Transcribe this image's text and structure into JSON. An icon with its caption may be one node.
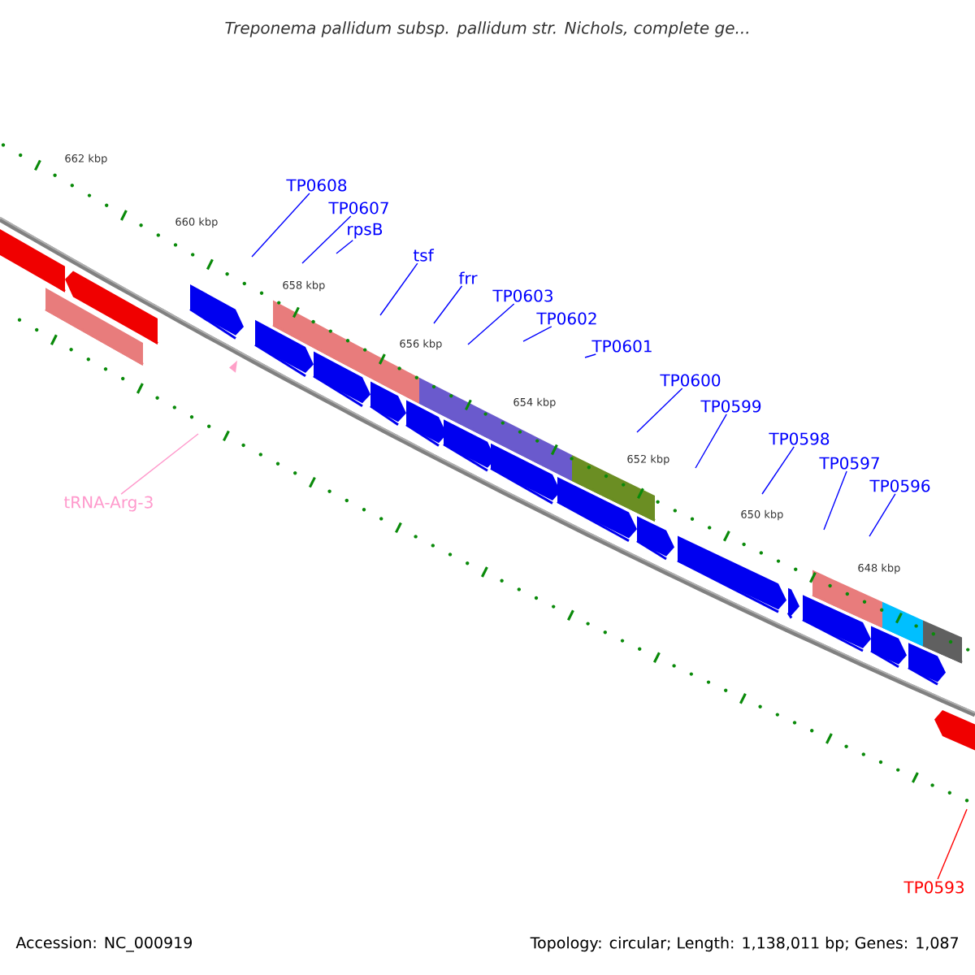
{
  "diagram": {
    "title": "Treponema pallidum subsp. pallidum str. Nichols, complete ge...",
    "nodes": [
      {
        "text": [
          "TP0608"
        ]
      },
      {
        "text": [
          "TP0607"
        ]
      },
      {
        "text": [
          "rpsB"
        ]
      },
      {
        "text": [
          "tsf"
        ]
      },
      {
        "text": [
          "frr"
        ]
      },
      {
        "text": [
          "TP0603"
        ]
      },
      {
        "text": [
          "TP0602"
        ]
      },
      {
        "text": [
          "TP0601"
        ]
      },
      {
        "text": [
          "TP0600"
        ]
      },
      {
        "text": [
          "TP0599"
        ]
      },
      {
        "text": [
          "TP0598"
        ]
      },
      {
        "text": [
          "TP0597"
        ]
      },
      {
        "text": [
          "TP0596"
        ]
      },
      {
        "text": [
          "tRNA-Arg-3"
        ]
      },
      {
        "text": [
          "TP0593"
        ]
      }
    ],
    "edges": [
      {
        "from": 0,
        "to": null,
        "arrow": "none"
      },
      {
        "from": 1,
        "to": null,
        "arrow": "none"
      },
      {
        "from": 2,
        "to": null,
        "arrow": "none"
      },
      {
        "from": 3,
        "to": null,
        "arrow": "none"
      },
      {
        "from": 4,
        "to": null,
        "arrow": "none"
      },
      {
        "from": 5,
        "to": null,
        "arrow": "none"
      },
      {
        "from": 6,
        "to": null,
        "arrow": "none"
      },
      {
        "from": 7,
        "to": null,
        "arrow": "none"
      },
      {
        "from": 8,
        "to": null,
        "arrow": "none"
      },
      {
        "from": 9,
        "to": null,
        "arrow": "none"
      },
      {
        "from": 10,
        "to": null,
        "arrow": "none"
      },
      {
        "from": 11,
        "to": null,
        "arrow": "none"
      },
      {
        "from": 12,
        "to": null,
        "arrow": "none"
      },
      {
        "from": 13,
        "to": null,
        "arrow": "none",
        "color": "#ff99cc"
      },
      {
        "from": 14,
        "to": null,
        "arrow": "none",
        "color": "#ff0000"
      }
    ],
    "labels": [
      "662 kbp",
      "660 kbp",
      "658 kbp",
      "656 kbp",
      "654 kbp",
      "652 kbp",
      "650 kbp",
      "648 kbp",
      "Accession: NC_000919",
      "Topology: circular; Length: 1,138,011 bp; Genes: 1,087"
    ]
  }
}
